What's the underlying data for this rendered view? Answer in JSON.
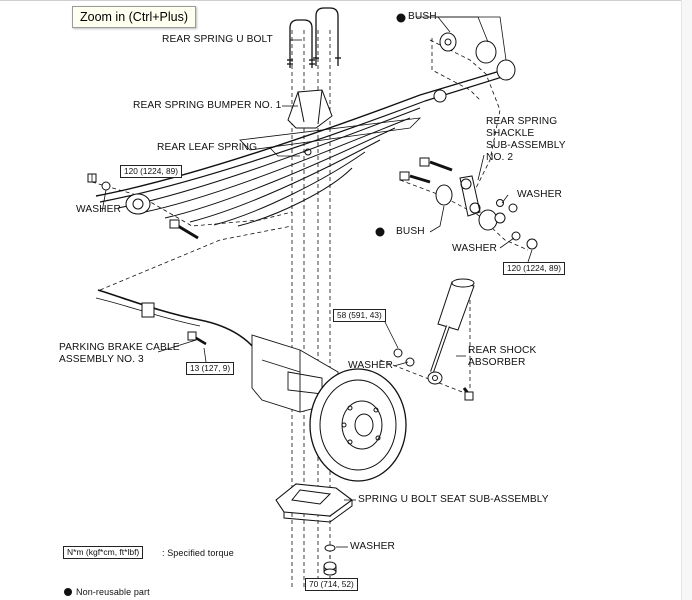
{
  "tooltip": {
    "text": "Zoom in (Ctrl+Plus)"
  },
  "labels": {
    "rear_spring_u_bolt": "REAR SPRING U BOLT",
    "bush_top": "BUSH",
    "rear_spring_bumper": "REAR SPRING BUMPER NO. 1",
    "rear_leaf_spring": "REAR LEAF SPRING",
    "shackle": "REAR SPRING\nSHACKLE\nSUB-ASSEMBLY\nNO. 2",
    "washer_left": "WASHER",
    "washer_right_upper": "WASHER",
    "bush_lower": "BUSH",
    "washer_right_lower": "WASHER",
    "parking_brake_cable": "PARKING BRAKE CABLE\nASSEMBLY NO. 3",
    "washer_shock": "WASHER",
    "rear_shock_absorber": "REAR SHOCK\nABSORBER",
    "u_bolt_seat": "SPRING U BOLT SEAT SUB-ASSEMBLY",
    "washer_bottom": "WASHER"
  },
  "torques": {
    "left": "120 (1224, 89)",
    "right": "120 (1224, 89)",
    "shock_upper": "58 (591, 43)",
    "cable": "13 (127, 9)",
    "bottom": "70 (714, 52)"
  },
  "legend": {
    "torque_box": "N*m (kgf*cm, ft*lbf)",
    "torque_text": ": Specified torque",
    "non_reusable": "Non-reusable part"
  },
  "colors": {
    "line": "#111111",
    "tooltip_bg": "#fffff0"
  }
}
